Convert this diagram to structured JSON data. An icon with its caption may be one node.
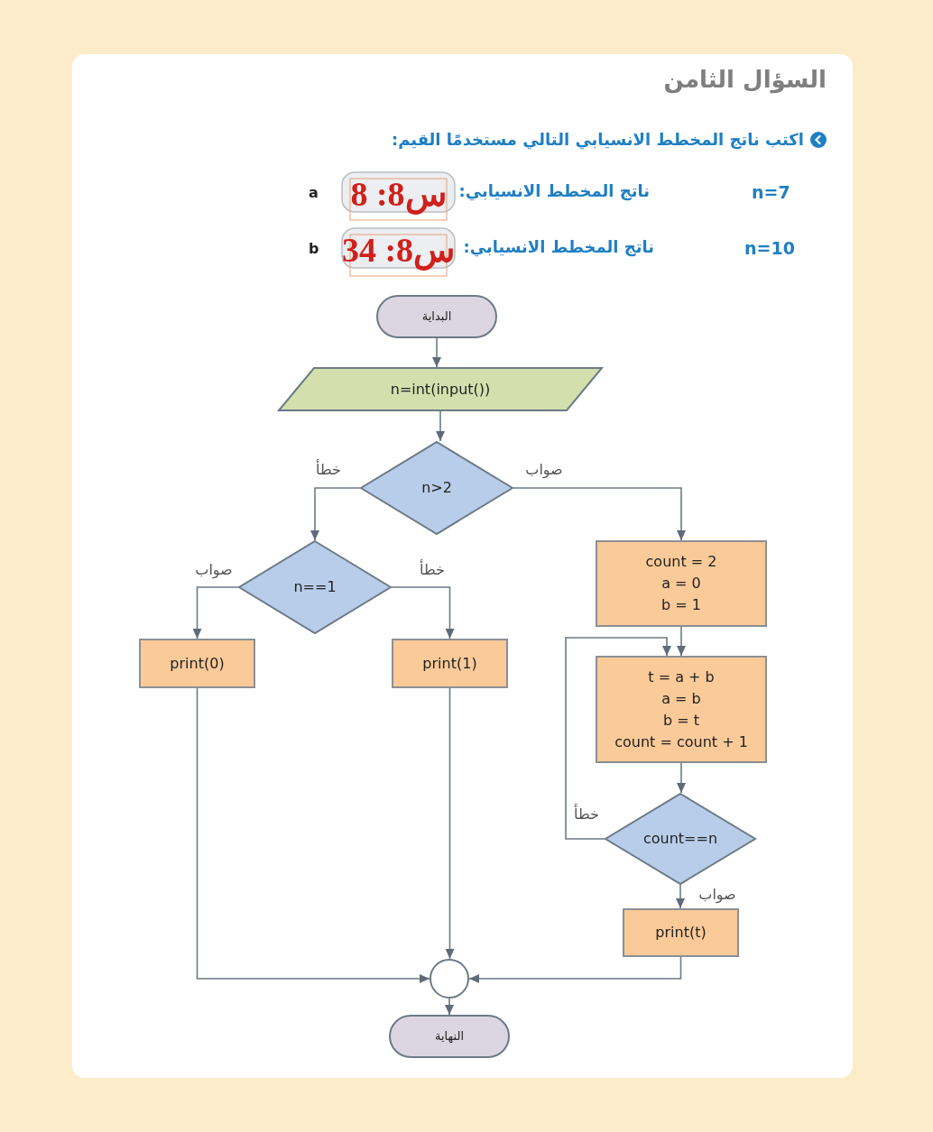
{
  "diagram": {
    "title": "السؤال الثامن",
    "nodes": [
      {
        "text": [
          "س8: 8"
        ]
      },
      {
        "text": [
          "س8: 34"
        ]
      },
      {
        "text": [
          "البداية"
        ]
      },
      {
        "text": [
          "n=int(input())"
        ]
      },
      {
        "text": [
          "n>2"
        ]
      },
      {
        "text": [
          "n==1"
        ]
      },
      {
        "text": [
          "count = 2",
          "a = 0",
          "b = 1"
        ]
      },
      {
        "text": [
          "print(0)"
        ]
      },
      {
        "text": [
          "print(1)"
        ]
      },
      {
        "text": [
          "t = a + b",
          "a = b",
          "b = t",
          "count = count + 1"
        ]
      },
      {
        "text": [
          "count==n"
        ]
      },
      {
        "text": [
          "print(t)"
        ]
      },
      {
        "text": [],
        "shape": "circle"
      },
      {
        "text": [
          "النهاية"
        ]
      }
    ],
    "edges": [
      {
        "from": 2,
        "to": 3,
        "arrow": "to"
      },
      {
        "from": 3,
        "to": 4,
        "arrow": "to"
      },
      {
        "from": 4,
        "to": 5,
        "arrow": "to",
        "label": "خطأ"
      },
      {
        "from": 4,
        "to": 6,
        "arrow": "to",
        "label": "صواب"
      },
      {
        "from": 5,
        "to": 7,
        "arrow": "to",
        "label": "صواب"
      },
      {
        "from": 5,
        "to": 8,
        "arrow": "to",
        "label": "خطأ"
      },
      {
        "from": 6,
        "to": 9,
        "arrow": "to"
      },
      {
        "from": 9,
        "to": 10,
        "arrow": "to"
      },
      {
        "from": 10,
        "to": 9,
        "arrow": "to",
        "label": "خطأ"
      },
      {
        "from": 10,
        "to": 11,
        "arrow": "to",
        "label": "صواب"
      },
      {
        "from": 7,
        "to": 12,
        "arrow": "to"
      },
      {
        "from": 8,
        "to": 12,
        "arrow": "to"
      },
      {
        "from": 11,
        "to": 12,
        "arrow": "to"
      },
      {
        "from": 12,
        "to": 13,
        "arrow": "to"
      }
    ],
    "labels": [
      "اكتب ناتج المخطط الانسيابي التالي مستخدمًا القيم:",
      "a",
      "ناتج المخطط الانسيابي:",
      "n=7",
      "b",
      "ناتج المخطط الانسيابي:",
      "n=10"
    ]
  }
}
